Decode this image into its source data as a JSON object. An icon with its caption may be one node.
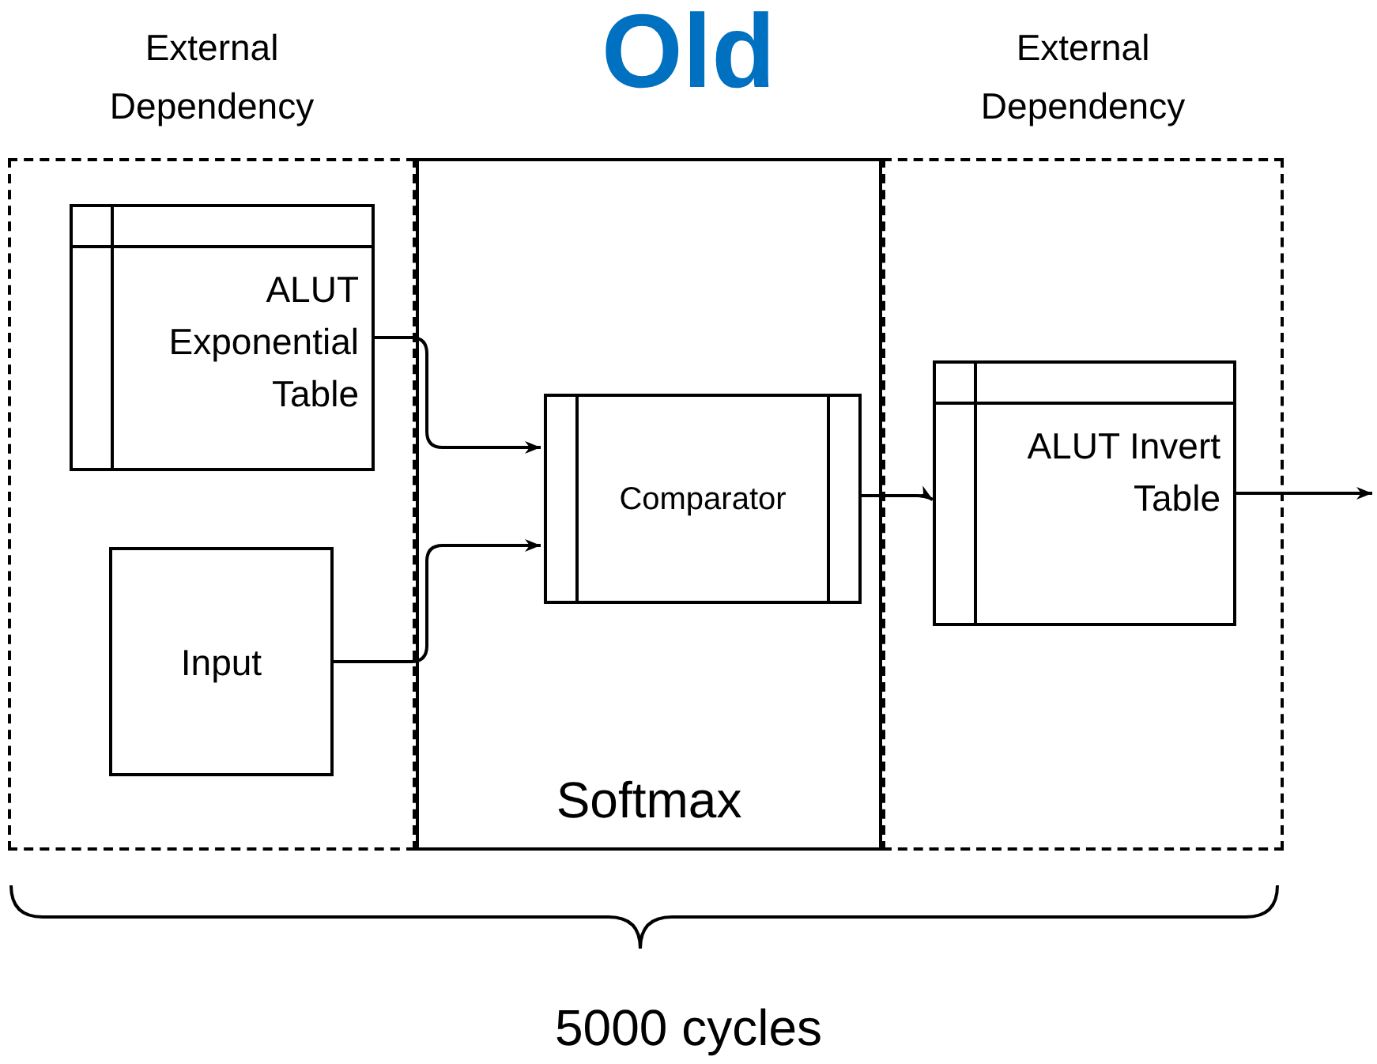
{
  "diagram": {
    "title": "Old",
    "nodes": [
      {
        "text": [
          "External Dependency"
        ]
      },
      {
        "text": [
          "ALUT Exponential Table"
        ],
        "in": 0
      },
      {
        "text": [
          "Input"
        ],
        "in": 0
      },
      {
        "text": [
          "Softmax"
        ]
      },
      {
        "text": [
          "Comparator"
        ],
        "in": 3
      },
      {
        "text": [
          "External Dependency"
        ]
      },
      {
        "text": [
          "ALUT Invert Table"
        ],
        "in": 5
      }
    ],
    "edges": [
      {
        "from": 1,
        "to": 4,
        "arrow": "to"
      },
      {
        "from": 2,
        "to": 4,
        "arrow": "to"
      },
      {
        "from": 4,
        "to": 6,
        "arrow": "to"
      },
      {
        "from": 6,
        "to": null,
        "arrow": "to"
      }
    ],
    "labels": [
      "5000 cycles"
    ]
  }
}
